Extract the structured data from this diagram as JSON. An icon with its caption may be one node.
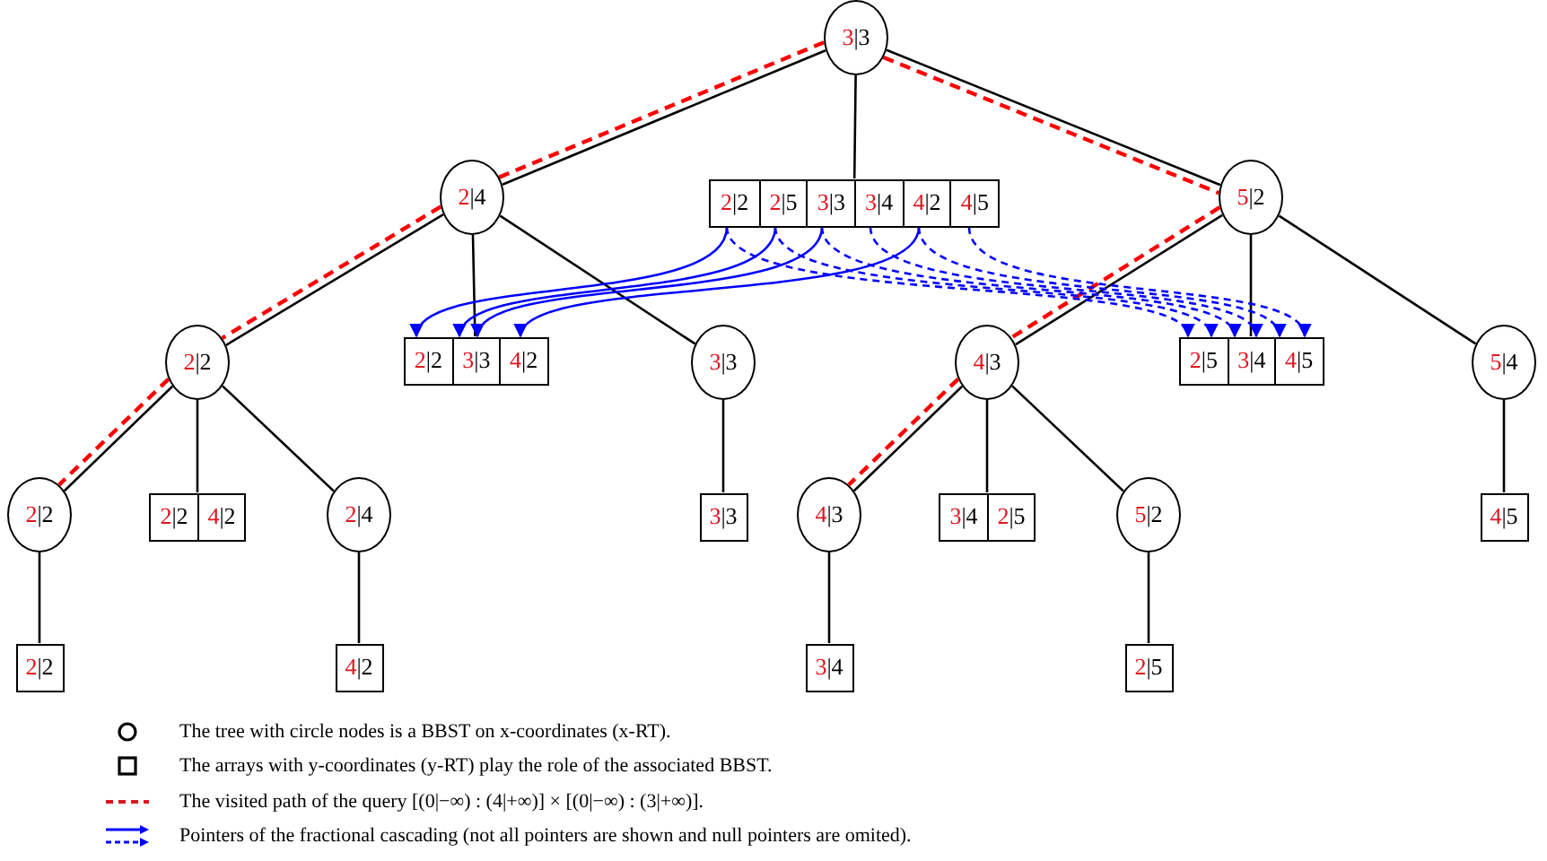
{
  "diagram": {
    "nodes": [
      {
        "text": [
          "3|3"
        ]
      },
      {
        "text": [
          "2|4"
        ]
      },
      {
        "text": [
          "2|2",
          "2|5",
          "3|3",
          "3|4",
          "4|2",
          "4|5"
        ]
      },
      {
        "text": [
          "5|2"
        ]
      },
      {
        "text": [
          "2|2"
        ]
      },
      {
        "text": [
          "2|2",
          "3|3",
          "4|2"
        ]
      },
      {
        "text": [
          "3|3"
        ]
      },
      {
        "text": [
          "4|3"
        ]
      },
      {
        "text": [
          "2|5",
          "3|4",
          "4|5"
        ]
      },
      {
        "text": [
          "5|4"
        ]
      },
      {
        "text": [
          "2|2"
        ]
      },
      {
        "text": [
          "2|2",
          "4|2"
        ]
      },
      {
        "text": [
          "2|4"
        ]
      },
      {
        "text": [
          "3|3"
        ]
      },
      {
        "text": [
          "4|3"
        ]
      },
      {
        "text": [
          "3|4",
          "2|5"
        ]
      },
      {
        "text": [
          "5|2"
        ]
      },
      {
        "text": [
          "4|5"
        ]
      },
      {
        "text": [
          "2|2"
        ]
      },
      {
        "text": [
          "4|2"
        ]
      },
      {
        "text": [
          "3|4"
        ]
      },
      {
        "text": [
          "2|5"
        ]
      }
    ],
    "edges": [
      {
        "from": 0,
        "to": 1,
        "arrow": "none"
      },
      {
        "from": 0,
        "to": 2,
        "arrow": "none"
      },
      {
        "from": 0,
        "to": 3,
        "arrow": "none"
      },
      {
        "from": 1,
        "to": 4,
        "arrow": "none"
      },
      {
        "from": 1,
        "to": 5,
        "arrow": "none"
      },
      {
        "from": 1,
        "to": 6,
        "arrow": "none"
      },
      {
        "from": 3,
        "to": 7,
        "arrow": "none"
      },
      {
        "from": 3,
        "to": 8,
        "arrow": "none"
      },
      {
        "from": 3,
        "to": 9,
        "arrow": "none"
      },
      {
        "from": 4,
        "to": 10,
        "arrow": "none"
      },
      {
        "from": 4,
        "to": 11,
        "arrow": "none"
      },
      {
        "from": 4,
        "to": 12,
        "arrow": "none"
      },
      {
        "from": 6,
        "to": 13,
        "arrow": "none"
      },
      {
        "from": 7,
        "to": 14,
        "arrow": "none"
      },
      {
        "from": 7,
        "to": 15,
        "arrow": "none"
      },
      {
        "from": 7,
        "to": 16,
        "arrow": "none"
      },
      {
        "from": 9,
        "to": 17,
        "arrow": "none"
      },
      {
        "from": 10,
        "to": 18,
        "arrow": "none"
      },
      {
        "from": 12,
        "to": 19,
        "arrow": "none"
      },
      {
        "from": 14,
        "to": 20,
        "arrow": "none"
      },
      {
        "from": 16,
        "to": 21,
        "arrow": "none"
      },
      {
        "from": 0,
        "to": 1,
        "arrow": "none",
        "style": "dashed",
        "color": "#ff0000"
      },
      {
        "from": 1,
        "to": 4,
        "arrow": "none",
        "style": "dashed",
        "color": "#ff0000"
      },
      {
        "from": 4,
        "to": 10,
        "arrow": "none",
        "style": "dashed",
        "color": "#ff0000"
      },
      {
        "from": 0,
        "to": 3,
        "arrow": "none",
        "style": "dashed",
        "color": "#ff0000"
      },
      {
        "from": 3,
        "to": 7,
        "arrow": "none",
        "style": "dashed",
        "color": "#ff0000"
      },
      {
        "from": 7,
        "to": 14,
        "arrow": "none",
        "style": "dashed",
        "color": "#ff0000"
      },
      {
        "from": 2,
        "to": 5,
        "arrow": "to",
        "color": "#0000ff"
      },
      {
        "from": 2,
        "to": 5,
        "arrow": "to",
        "color": "#0000ff"
      },
      {
        "from": 2,
        "to": 5,
        "arrow": "to",
        "color": "#0000ff"
      },
      {
        "from": 2,
        "to": 5,
        "arrow": "to",
        "color": "#0000ff"
      },
      {
        "from": 2,
        "to": 8,
        "arrow": "to",
        "style": "dashed",
        "color": "#0000ff"
      },
      {
        "from": 2,
        "to": 8,
        "arrow": "to",
        "style": "dashed",
        "color": "#0000ff"
      },
      {
        "from": 2,
        "to": 8,
        "arrow": "to",
        "style": "dashed",
        "color": "#0000ff"
      },
      {
        "from": 2,
        "to": 8,
        "arrow": "to",
        "style": "dashed",
        "color": "#0000ff"
      },
      {
        "from": 2,
        "to": 8,
        "arrow": "to",
        "style": "dashed",
        "color": "#0000ff"
      },
      {
        "from": 2,
        "to": 8,
        "arrow": "to",
        "style": "dashed",
        "color": "#0000ff"
      }
    ],
    "legend": [
      {
        "text": "The tree with circle nodes is a BBST on x-coordinates (x-RT)."
      },
      {
        "text": "The arrays with y-coordinates (y-RT) play the role of the associated BBST."
      },
      {
        "text": "The visited path of the query [(0|−∞) : (4|+∞)] × [(0|−∞) : (3|+∞)]."
      },
      {
        "text": "Pointers of the fractional cascading (not all pointers are shown and null pointers are omited)."
      }
    ]
  }
}
